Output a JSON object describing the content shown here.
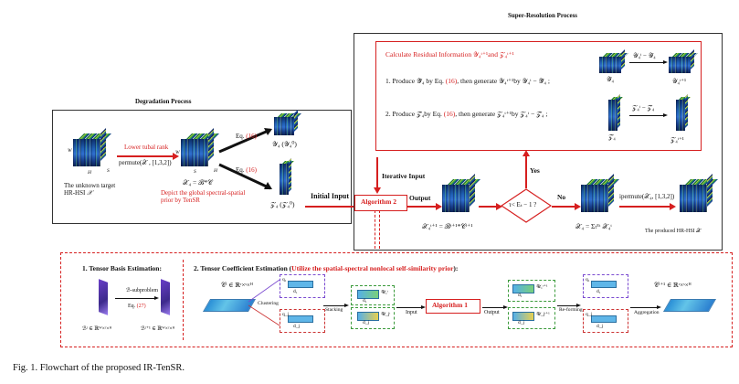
{
  "degradation": {
    "title": "Degradation Process",
    "target_label": "The unknown target",
    "target_label2": "HR-HSI",
    "target_sym": "𝒳",
    "tubal_rank": "Lower tubal rank",
    "permute": "permute(𝒳 , [1,3,2])",
    "x4_eq": "𝒳₄ = ℬ*𝒞",
    "depict1": "Depict the global spectral-spatial",
    "depict2": "prior by TenSR",
    "eq16a": "Eq. ",
    "eq16a_num": "(16)",
    "eq16b": "Eq. ",
    "eq16b_num": "(16)",
    "y4": "𝒴₄ (𝒴₄⁰)",
    "z4": "𝒵₄ (𝒵₄⁰)"
  },
  "super": {
    "title": "Super-Resolution Process",
    "calc": "Calculate Residual Information  𝒴₄ᵗ⁺¹and  𝒵₄ᵗ⁺¹",
    "step1_a": "1. Produce ",
    "step1_sym": "𝒴̂₄",
    "step1_b": " by Eq. ",
    "step1_num": "(16)",
    "step1_c": ",  then generate 𝒴₄ᵗ⁺¹by  𝒴₄ᵗ − 𝒴̂₄ ;",
    "step2_a": "2. Produce ",
    "step2_sym": "𝒵̂₄",
    "step2_b": "by Eq. ",
    "step2_num": "(16)",
    "step2_c": ",  then generate 𝒵₄ᵗ⁺¹by 𝒵₄ᵗ − 𝒵̂₄ ;",
    "y_arrow": "𝒴₄ᵗ − 𝒴̂₄",
    "y_hat": "𝒴̂₄",
    "y_next": "𝒴₄ᵗ⁺¹",
    "z_arrow": "𝒵₄ᵗ − 𝒵̂₄",
    "z_hat": "𝒵̂₄",
    "z_next": "𝒵₄ᵗ⁺¹",
    "iter_input": "Iterative Input",
    "initial_input": "Initial Input",
    "output": "Output",
    "algorithm2": "Algorithm 2",
    "x4_next": "𝒳₄ᵗ⁺¹ = ℬᵗ⁺¹*𝒞ᵗ⁺¹",
    "cond": "τ< Eₜ − 1 ?",
    "yes": "Yes",
    "no": "No",
    "x4_final": "𝒳₄ = Σₜᴱᵗ 𝒳₄ᵗ",
    "ipermute": "ipermute(𝒳₄, [1,3,2])",
    "produced": "The produced HR-HSI 𝒳"
  },
  "bottom": {
    "tensor_basis": "1. Tensor Basis Estimation:",
    "b_sub": "ℬ-subproblem",
    "b_eq": "Eq. ",
    "b_eq_num": "(27)",
    "b_t": "ℬᵗ ∈ ℝᵂ×ʳ×ᴴ",
    "b_t1": "ℬᵗ⁺¹ ∈ ℝᵂ×ʳ×ᴴ",
    "coef_title": "2. Tensor Coefficient Estimation (",
    "coef_red": "Utilize the spatial-spectral nonlocal self-similarity prior",
    "coef_end": "):",
    "c_t": "𝒞ᵗ ∈ ℝʳ×ˢ×ᴴ",
    "clustering": "Clustering",
    "stacking": "Stacking",
    "input": "Input",
    "algorithm1": "Algorithm 1",
    "output": "Output",
    "reforming": "Re-forming",
    "aggregation": "Aggregation",
    "c_t1": "𝒞ᵗ⁺¹ ∈ ℝʳ×ˢ×ᴴ",
    "q1": "q₁",
    "d1": "d₁",
    "qj": "q_j",
    "dj": "d_j",
    "u1": "𝒰₁ᵗ",
    "uj": "𝒰_jᵗ",
    "u1n": "𝒰₁ᵗ⁺¹",
    "ujn": "𝒰_jᵗ⁺¹"
  },
  "caption": "Fig. 1.   Flowchart of the proposed IR-TenSR.",
  "axes": {
    "w": "W",
    "h": "H",
    "s": "S"
  }
}
